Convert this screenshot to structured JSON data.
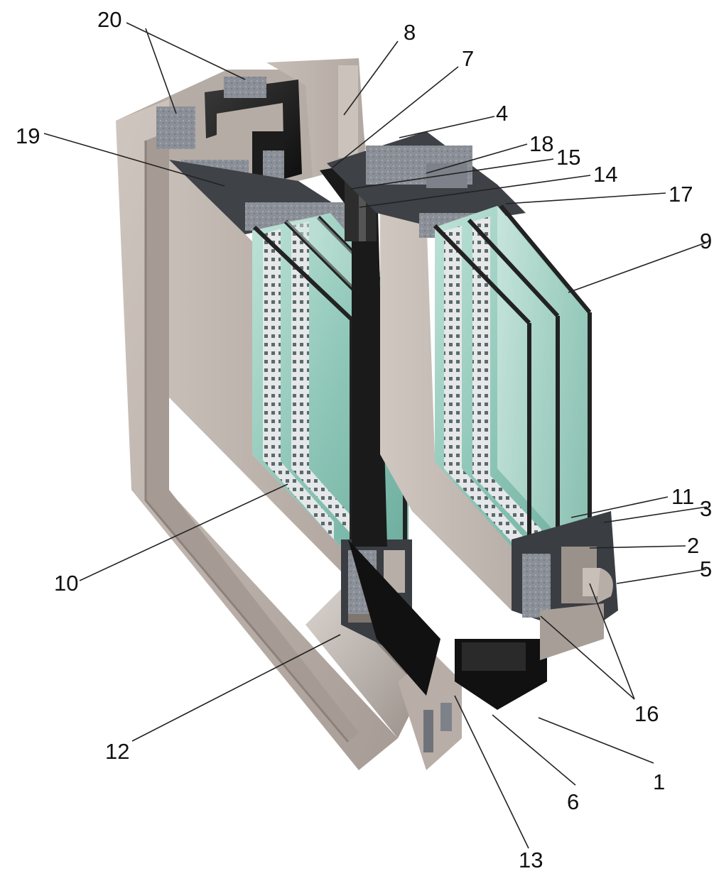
{
  "callouts": [
    {
      "id": "c20",
      "label": "20"
    },
    {
      "id": "c8",
      "label": "8"
    },
    {
      "id": "c7",
      "label": "7"
    },
    {
      "id": "c4",
      "label": "4"
    },
    {
      "id": "c19",
      "label": "19"
    },
    {
      "id": "c18",
      "label": "18"
    },
    {
      "id": "c15",
      "label": "15"
    },
    {
      "id": "c14",
      "label": "14"
    },
    {
      "id": "c17",
      "label": "17"
    },
    {
      "id": "c9",
      "label": "9"
    },
    {
      "id": "c11",
      "label": "11"
    },
    {
      "id": "c3",
      "label": "3"
    },
    {
      "id": "c2",
      "label": "2"
    },
    {
      "id": "c5",
      "label": "5"
    },
    {
      "id": "c10",
      "label": "10"
    },
    {
      "id": "c16",
      "label": "16"
    },
    {
      "id": "c12",
      "label": "12"
    },
    {
      "id": "c1",
      "label": "1"
    },
    {
      "id": "c6",
      "label": "6"
    },
    {
      "id": "c13",
      "label": "13"
    }
  ],
  "colors": {
    "aluminium_light": "#c4bbb4",
    "aluminium_mid": "#a49a93",
    "aluminium_dark": "#7e756f",
    "thermal_break": "#1f1f1f",
    "insulation_foam": "#8a8f96",
    "glass_tint": "#9fd0c3",
    "spacer": "#d9dadb"
  }
}
